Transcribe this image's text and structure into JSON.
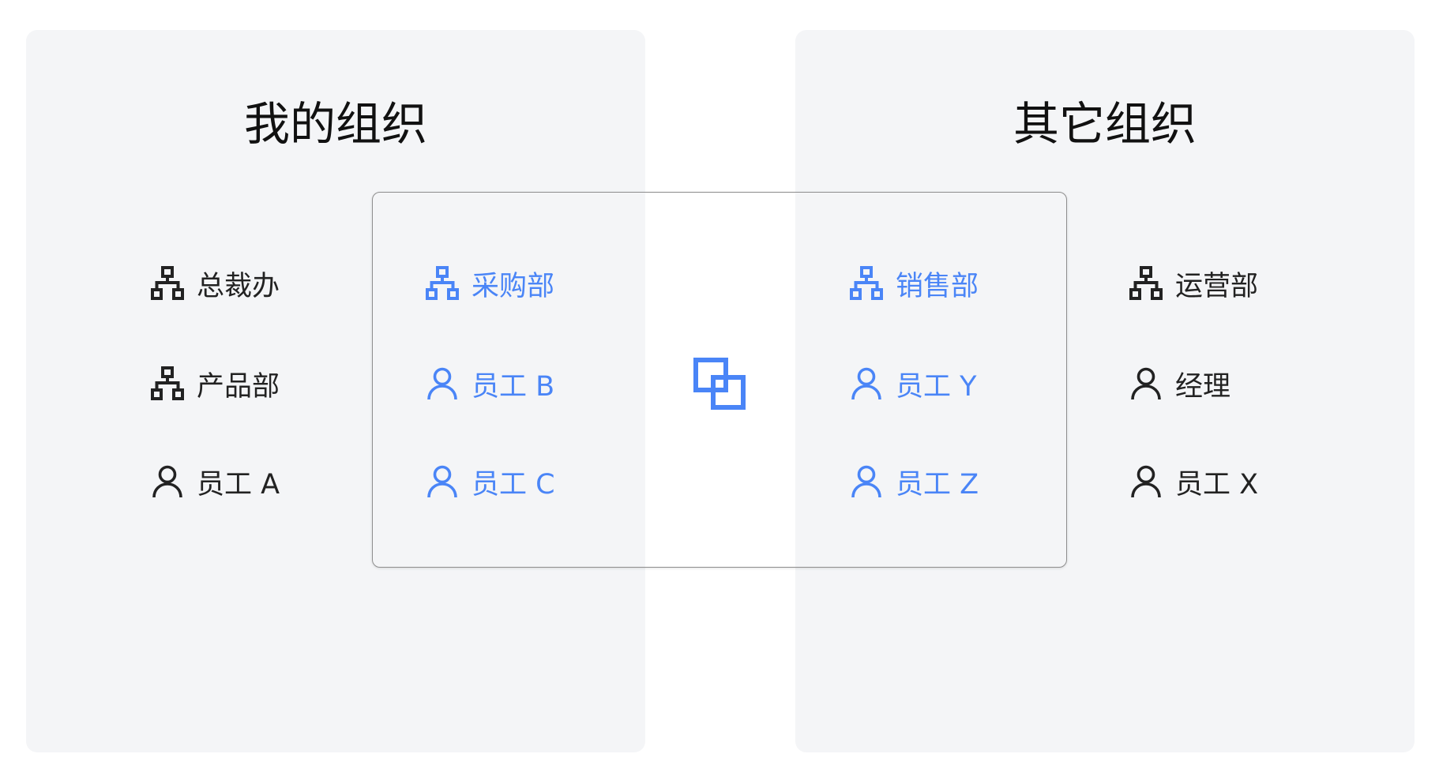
{
  "accent_color": "#4A85F7",
  "my_org": {
    "title": "我的组织",
    "items": [
      {
        "label": "总裁办",
        "icon": "org-chart-icon"
      },
      {
        "label": "产品部",
        "icon": "org-chart-icon"
      },
      {
        "label": "员工 A",
        "icon": "user-icon"
      }
    ]
  },
  "other_org": {
    "title": "其它组织",
    "items": [
      {
        "label": "运营部",
        "icon": "org-chart-icon"
      },
      {
        "label": "经理",
        "icon": "user-icon"
      },
      {
        "label": "员工 X",
        "icon": "user-icon"
      }
    ]
  },
  "shared": {
    "icon": "overlap-squares-icon",
    "my_side": [
      {
        "label": "采购部",
        "icon": "org-chart-icon"
      },
      {
        "label": "员工 B",
        "icon": "user-icon"
      },
      {
        "label": "员工 C",
        "icon": "user-icon"
      }
    ],
    "other_side": [
      {
        "label": "销售部",
        "icon": "org-chart-icon"
      },
      {
        "label": "员工 Y",
        "icon": "user-icon"
      },
      {
        "label": "员工 Z",
        "icon": "user-icon"
      }
    ]
  }
}
